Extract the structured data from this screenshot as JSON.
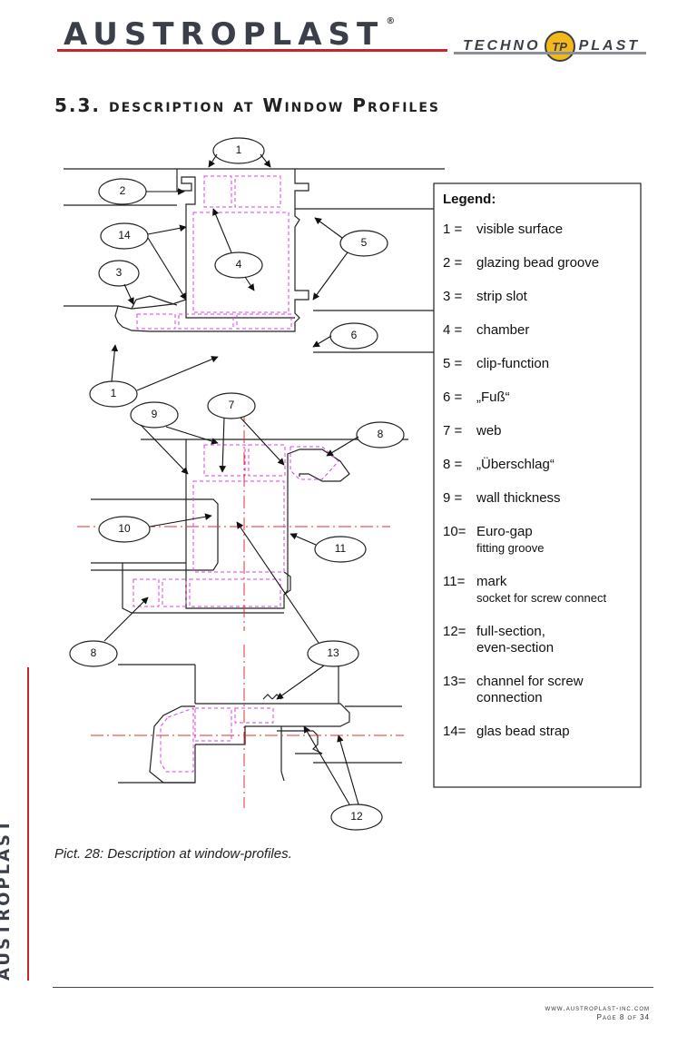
{
  "header": {
    "brand": "AUSTROPLAST",
    "registered": "®",
    "partner_left": "TECHNO",
    "partner_badge": "TP",
    "partner_right": "PLAST"
  },
  "section_title": "5.3. description at Window Profiles",
  "legend": {
    "title": "Legend:",
    "items": [
      {
        "num": "1",
        "sep": "=",
        "text": "visible surface",
        "sub": ""
      },
      {
        "num": "2",
        "sep": "=",
        "text": "glazing bead groove",
        "sub": ""
      },
      {
        "num": "3",
        "sep": "=",
        "text": "strip slot",
        "sub": ""
      },
      {
        "num": "4",
        "sep": "=",
        "text": "chamber",
        "sub": ""
      },
      {
        "num": "5",
        "sep": "=",
        "text": "clip-function",
        "sub": ""
      },
      {
        "num": "6",
        "sep": "=",
        "text": "„Fuß“",
        "sub": ""
      },
      {
        "num": "7",
        "sep": "=",
        "text": "web",
        "sub": ""
      },
      {
        "num": "8",
        "sep": "=",
        "text": "„Überschlag“",
        "sub": ""
      },
      {
        "num": "9",
        "sep": "=",
        "text": "wall thickness",
        "sub": ""
      },
      {
        "num": "10",
        "sep": "=",
        "text": "Euro-gap",
        "sub": "fitting groove"
      },
      {
        "num": "11",
        "sep": "=",
        "text": "mark",
        "sub": "socket for screw connect"
      },
      {
        "num": "12",
        "sep": "=",
        "text": "full-section,",
        "sub": "even-section"
      },
      {
        "num": "13",
        "sep": "=",
        "text": "channel    for    screw",
        "sub": "connection"
      },
      {
        "num": "14",
        "sep": "=",
        "text": "glas bead strap",
        "sub": ""
      }
    ]
  },
  "callouts": [
    "1",
    "2",
    "14",
    "3",
    "4",
    "5",
    "6",
    "1",
    "9",
    "7",
    "8",
    "10",
    "11",
    "8",
    "13",
    "12"
  ],
  "caption": "Pict. 28: Description at window-profiles.",
  "side_brand": "AUSTROPLAST",
  "footer": {
    "website": "www.austroplast-inc.com",
    "page": "Page 8 of 34"
  },
  "colors": {
    "brand_red": "#c9242a",
    "brand_gray": "#3a3f4a",
    "badge_yellow": "#f3b81a",
    "chamber_pink": "#e040e0",
    "axis_red": "#e03030"
  }
}
